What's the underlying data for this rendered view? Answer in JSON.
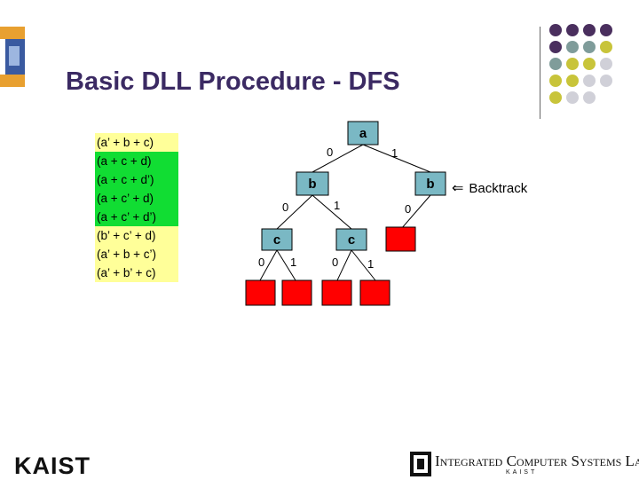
{
  "slide": {
    "title": "Basic DLL Procedure - DFS",
    "clauses": [
      {
        "text": "(a’ + b + c)",
        "status": "yellow"
      },
      {
        "text": "(a + c + d)",
        "status": "green"
      },
      {
        "text": "(a + c + d’)",
        "status": "green"
      },
      {
        "text": "(a + c’ + d)",
        "status": "green"
      },
      {
        "text": "(a + c’ + d’)",
        "status": "green"
      },
      {
        "text": "(b’ + c’ + d)",
        "status": "yellow"
      },
      {
        "text": "(a’ + b + c’)",
        "status": "yellow"
      },
      {
        "text": "(a’ + b’ + c)",
        "status": "yellow"
      }
    ],
    "tree": {
      "nodes": {
        "a": "a",
        "b_left": "b",
        "b_right": "b",
        "c_left": "c",
        "c_right": "c"
      },
      "edges": {
        "a_to_b_left": "0",
        "a_to_b_right": "1",
        "b_left_to_c_left": "0",
        "b_left_to_c_right": "1",
        "b_right_to_leaf": "0",
        "c_left_to_leaf1": "0",
        "c_left_to_leaf2": "1",
        "c_right_to_leaf3": "0",
        "c_right_to_leaf4": "1"
      }
    },
    "backtrack_label": "Backtrack",
    "colors": {
      "title": "#3b2a63",
      "node_fill": "#7ab8c4",
      "conflict": "#ff0000",
      "clause_yellow": "#ffff99",
      "clause_green": "#11dd33",
      "dot_purple": "#4a2f5e",
      "dot_teal": "#7f9c9a",
      "dot_olive": "#c8c43a",
      "dot_grey": "#d0d0d8"
    },
    "footer": {
      "left_logo": "KAIST",
      "lab_name": "Integrated Computer Systems Lab",
      "lab_sub": "KAIST"
    }
  }
}
